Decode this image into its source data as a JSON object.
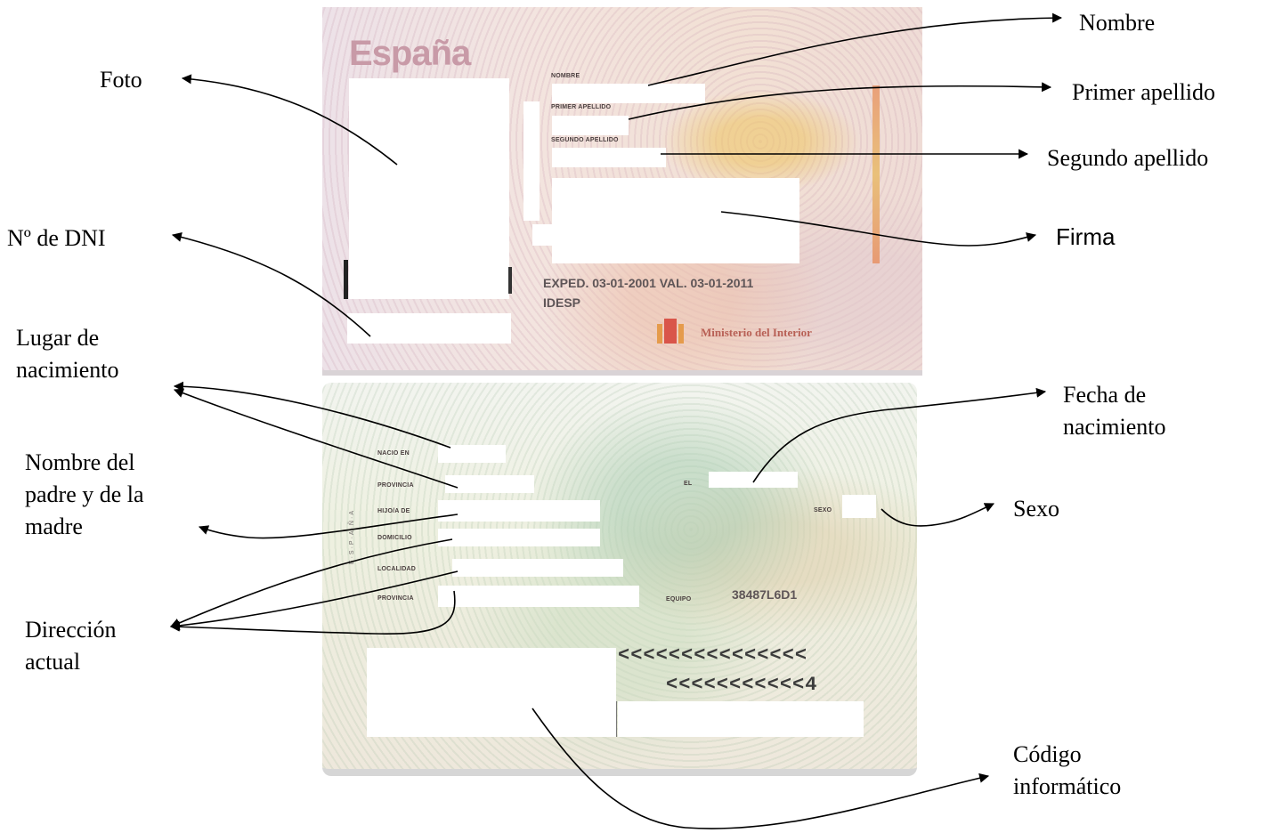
{
  "front": {
    "country_word": "España",
    "field_nombre": "NOMBRE",
    "field_primer_apellido": "PRIMER APELLIDO",
    "field_segundo_apellido": "SEGUNDO APELLIDO",
    "expedition_line": "EXPED. 03-01-2001   VAL. 03-01-2011",
    "country_code": "IDESP",
    "ministry": "Ministerio del Interior"
  },
  "back": {
    "field_nacio_en": "NACIO EN",
    "field_provincia_1": "PROVINCIA",
    "field_hijo_de": "HIJO/A DE",
    "field_domicilio": "DOMICILIO",
    "field_localidad": "LOCALIDAD",
    "field_provincia_2": "PROVINCIA",
    "field_el": "EL",
    "field_sexo": "SEXO",
    "field_equipo": "EQUIPO",
    "equipo_code": "38487L6D1",
    "mrz_line_1": "<<<<<<<<<<<<<<<",
    "mrz_line_2": "<<<<<<<<<<<4"
  },
  "callouts": {
    "nombre": "Nombre",
    "primer_apellido": "Primer apellido",
    "segundo_apellido": "Segundo apellido",
    "firma": "Firma",
    "foto": "Foto",
    "n_dni": "Nº de DNI",
    "lugar_nacimiento_1": "Lugar de",
    "lugar_nacimiento_2": "nacimiento",
    "nombre_padres_1": "Nombre del",
    "nombre_padres_2": "padre y de la",
    "nombre_padres_3": "madre",
    "direccion_1": "Dirección",
    "direccion_2": "actual",
    "fecha_nacimiento_1": "Fecha de",
    "fecha_nacimiento_2": "nacimiento",
    "sexo": "Sexo",
    "codigo_1": "Código",
    "codigo_2": "informático"
  }
}
